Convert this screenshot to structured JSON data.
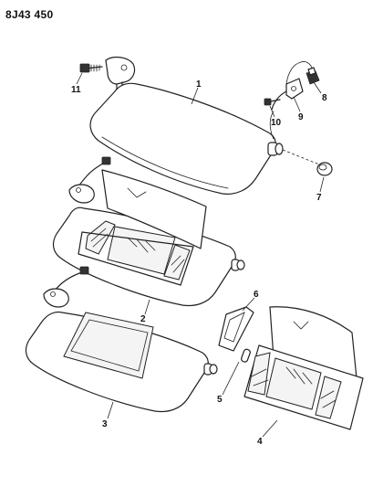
{
  "diagram": {
    "reference_code": "8J43 450",
    "callouts": [
      "1",
      "2",
      "3",
      "4",
      "5",
      "6",
      "7",
      "8",
      "9",
      "10",
      "11"
    ]
  }
}
